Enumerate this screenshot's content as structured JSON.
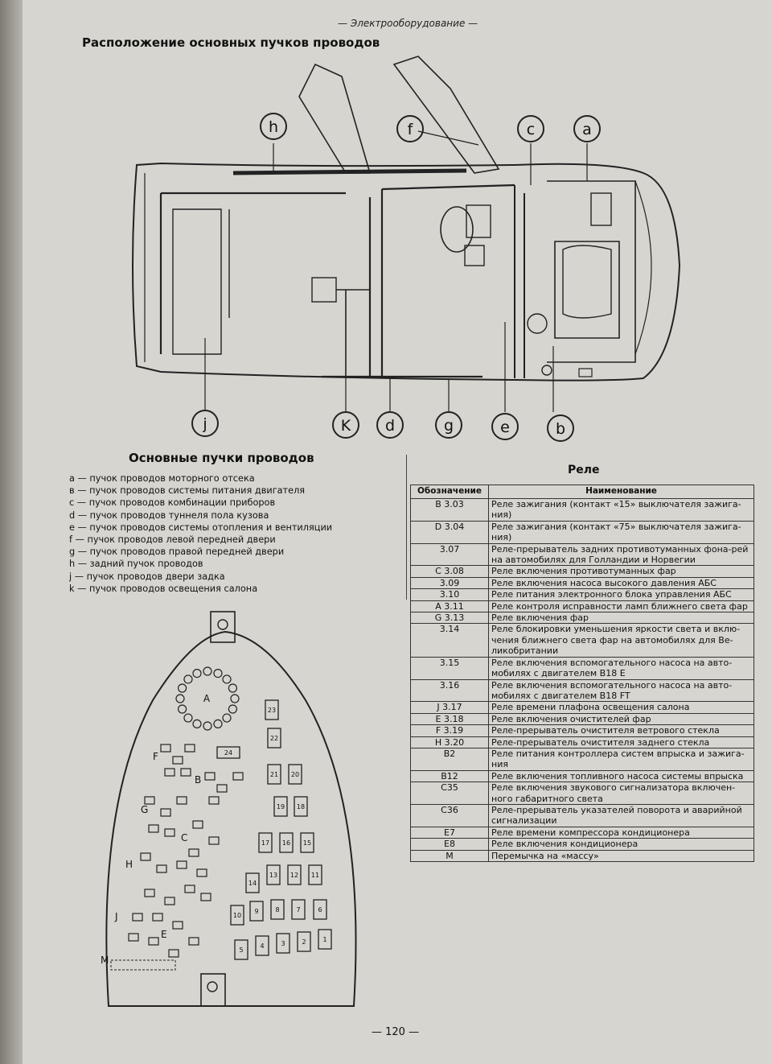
{
  "header": {
    "running_title": "— Электрооборудование —",
    "diagram_title": "Расположение основных пучков проводов"
  },
  "diagram_labels": [
    "h",
    "f",
    "c",
    "a",
    "j",
    "K",
    "d",
    "g",
    "e",
    "b"
  ],
  "bundles": {
    "title": "Основные пучки проводов",
    "items": [
      "a — пучок проводов моторного отсека",
      "в — пучок проводов системы питания двигателя",
      "с — пучок проводов комбинации приборов",
      "d — пучок проводов туннеля пола кузова",
      "е — пучок проводов системы отопления и вентиляции",
      "f — пучок проводов левой передней двери",
      "g — пучок проводов правой передней двери",
      "h — задний пучок проводов",
      "j — пучок проводов двери задка",
      "k — пучок проводов освещения салона"
    ]
  },
  "relays": {
    "title": "Реле",
    "columns": [
      "Обозначение",
      "Наименование"
    ],
    "rows": [
      {
        "code": "B 3.03",
        "name": "Реле зажигания (контакт «15» выключателя зажига-ния)"
      },
      {
        "code": "D 3.04",
        "name": "Реле зажигания (контакт «75» выключателя зажига-ния)"
      },
      {
        "code": "3.07",
        "name": "Реле-прерыватель задних противотуманных фона-рей на автомобилях для Голландии и Норвегии"
      },
      {
        "code": "C 3.08",
        "name": "Реле включения противотуманных фар"
      },
      {
        "code": "3.09",
        "name": "Реле включения насоса высокого давления АБС"
      },
      {
        "code": "3.10",
        "name": "Реле питания электронного блока управления АБС"
      },
      {
        "code": "A 3.11",
        "name": "Реле контроля исправности ламп ближнего света фар"
      },
      {
        "code": "G 3.13",
        "name": "Реле включения фар"
      },
      {
        "code": "3.14",
        "name": "Реле блокировки уменьшения яркости света и вклю-чения ближнего света фар на автомобилях для Ве-ликобритании"
      },
      {
        "code": "3.15",
        "name": "Реле включения вспомогательного насоса на авто-мобилях с двигателем B18 E"
      },
      {
        "code": "3.16",
        "name": "Реле включения вспомогательного насоса на авто-мобилях с двигателем B18 FT"
      },
      {
        "code": "J 3.17",
        "name": "Реле времени плафона освещения салона"
      },
      {
        "code": "E 3.18",
        "name": "Реле включения очистителей фар"
      },
      {
        "code": "F 3.19",
        "name": "Реле-прерыватель очистителя ветрового стекла"
      },
      {
        "code": "H 3.20",
        "name": "Реле-прерыватель очистителя заднего стекла"
      },
      {
        "code": "B2",
        "name": "Реле питания контроллера систем впрыска и зажига-ния"
      },
      {
        "code": "B12",
        "name": "Реле включения топливного насоса системы впрыска"
      },
      {
        "code": "C35",
        "name": "Реле включения звукового сигнализатора включен-ного габаритного света"
      },
      {
        "code": "C36",
        "name": "Реле-прерыватель указателей поворота и аварийной сигнализации"
      },
      {
        "code": "E7",
        "name": "Реле времени компрессора кондиционера"
      },
      {
        "code": "E8",
        "name": "Реле включения кондиционера"
      },
      {
        "code": "M",
        "name": "Перемычка на «массу»"
      }
    ]
  },
  "fusebox": {
    "ring_label": "A",
    "group_labels": [
      "F",
      "B",
      "G",
      "C",
      "H",
      "J",
      "E",
      "M"
    ],
    "small_numbers": [
      "24",
      "23",
      "22",
      "21",
      "20",
      "19",
      "18",
      "17",
      "16",
      "15",
      "14",
      "13",
      "12",
      "11",
      "10",
      "9",
      "8",
      "7",
      "6",
      "5",
      "4",
      "3",
      "2",
      "1"
    ]
  },
  "footer": {
    "page_number": "— 120 —"
  }
}
